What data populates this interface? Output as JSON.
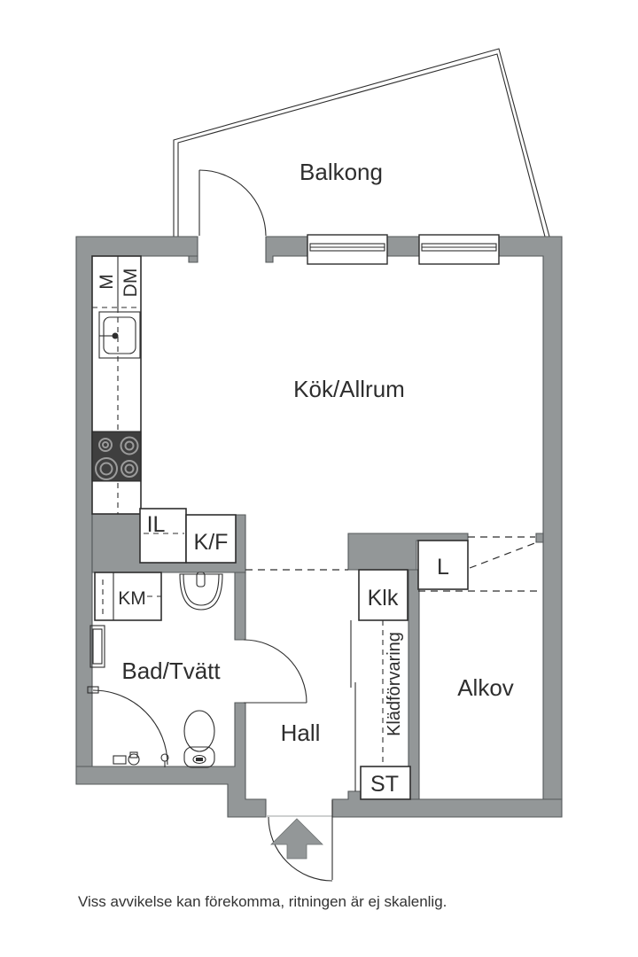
{
  "plan": {
    "labels": {
      "balkong": "Balkong",
      "kok_allrum": "Kök/Allrum",
      "bad_tvatt": "Bad/Tvätt",
      "hall": "Hall",
      "alkov": "Alkov",
      "m": "M",
      "dm": "DM",
      "il": "IL",
      "kf": "K/F",
      "km": "KM",
      "klk": "Klk",
      "l": "L",
      "st": "ST",
      "kladforvaring": "Klädförvaring"
    },
    "footer": {
      "disclaimer": "Viss avvikelse kan förekomma, ritningen är ej skalenlig."
    },
    "colors": {
      "wall": "#939798",
      "line": "#2e2e2e",
      "fixture_dark": "#3f3f3f",
      "background": "#ffffff"
    }
  }
}
